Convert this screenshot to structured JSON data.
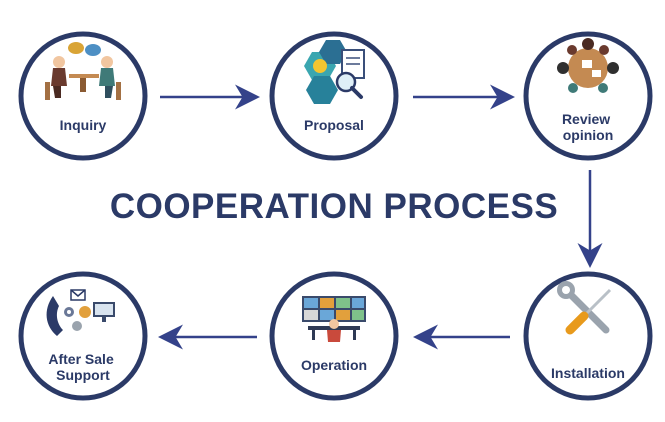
{
  "title": "COOPERATION PROCESS",
  "colors": {
    "primary": "#2b3a67",
    "ring": "#2b3a67",
    "arrow": "#34428a",
    "skin": "#f1c6a0",
    "suit_dark": "#6a3a2e",
    "suit_teal": "#3f7a78",
    "table": "#c48a52",
    "hex_teal": "#3aa6b0",
    "bulb": "#f3c530",
    "wrench": "#9aa3ad",
    "screwdriver": "#e89a1c"
  },
  "steps": [
    {
      "id": "inquiry",
      "label_lines": [
        "Inquiry"
      ],
      "icon": "meeting-icon"
    },
    {
      "id": "proposal",
      "label_lines": [
        "Proposal"
      ],
      "icon": "proposal-icon"
    },
    {
      "id": "review",
      "label_lines": [
        "Review",
        "opinion"
      ],
      "icon": "review-table-icon"
    },
    {
      "id": "installation",
      "label_lines": [
        "Installation"
      ],
      "icon": "tools-icon"
    },
    {
      "id": "operation",
      "label_lines": [
        "Operation"
      ],
      "icon": "control-room-icon"
    },
    {
      "id": "aftersale",
      "label_lines": [
        "After Sale",
        "Support"
      ],
      "icon": "support-icon"
    }
  ]
}
